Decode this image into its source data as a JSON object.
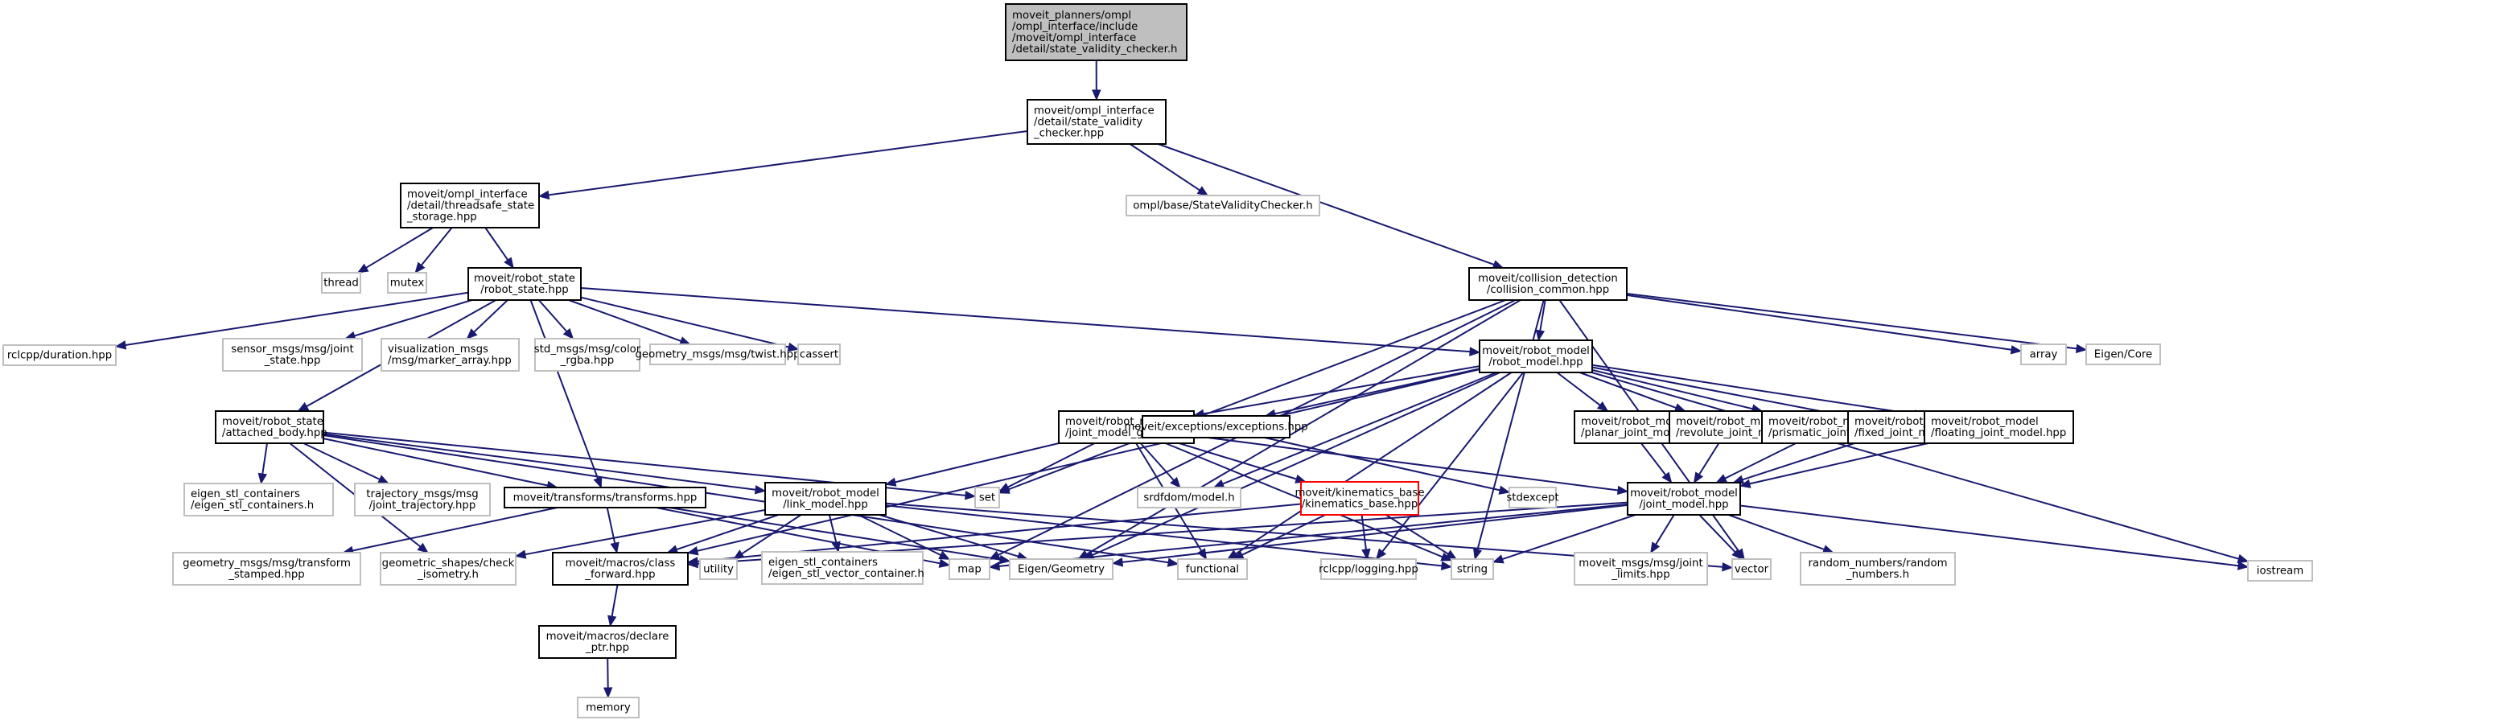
{
  "title": "Include dependency graph for state_validity_checker.h",
  "colors": {
    "edge": "#191970",
    "root_fill": "#bfbfbf",
    "local_border": "#000000",
    "external_border": "#bfbfbf",
    "missing_border": "#ff0000"
  },
  "nodes": [
    {
      "id": "root",
      "kind": "root",
      "lines": [
        "moveit_planners/ompl",
        "/ompl_interface/include",
        "/moveit/ompl_interface",
        "/detail/state_validity_checker.h"
      ],
      "align": "left"
    },
    {
      "id": "svc_hpp",
      "kind": "local",
      "lines": [
        "moveit/ompl_interface",
        "/detail/state_validity",
        "_checker.hpp"
      ],
      "align": "left"
    },
    {
      "id": "tss",
      "kind": "local",
      "lines": [
        "moveit/ompl_interface",
        "/detail/threadsafe_state",
        "_storage.hpp"
      ],
      "align": "left"
    },
    {
      "id": "ompl_svc",
      "kind": "external",
      "lines": [
        "ompl/base/StateValidityChecker.h"
      ],
      "align": "center"
    },
    {
      "id": "thread",
      "kind": "external",
      "lines": [
        "thread"
      ],
      "align": "center"
    },
    {
      "id": "mutex",
      "kind": "external",
      "lines": [
        "mutex"
      ],
      "align": "center"
    },
    {
      "id": "robot_state",
      "kind": "local",
      "lines": [
        "moveit/robot_state",
        "/robot_state.hpp"
      ],
      "align": "center"
    },
    {
      "id": "collision_common",
      "kind": "local",
      "lines": [
        "moveit/collision_detection",
        "/collision_common.hpp"
      ],
      "align": "center"
    },
    {
      "id": "rclcpp_duration",
      "kind": "external",
      "lines": [
        "rclcpp/duration.hpp"
      ],
      "align": "center"
    },
    {
      "id": "sensor_joint_state",
      "kind": "external",
      "lines": [
        "sensor_msgs/msg/joint",
        "_state.hpp"
      ],
      "align": "center"
    },
    {
      "id": "marker_array",
      "kind": "external",
      "lines": [
        "visualization_msgs",
        "/msg/marker_array.hpp"
      ],
      "align": "left"
    },
    {
      "id": "color_rgba",
      "kind": "external",
      "lines": [
        "std_msgs/msg/color",
        "_rgba.hpp"
      ],
      "align": "center"
    },
    {
      "id": "twist",
      "kind": "external",
      "lines": [
        "geometry_msgs/msg/twist.hpp"
      ],
      "align": "center"
    },
    {
      "id": "cassert",
      "kind": "external",
      "lines": [
        "cassert"
      ],
      "align": "center"
    },
    {
      "id": "robot_model",
      "kind": "local",
      "lines": [
        "moveit/robot_model",
        "/robot_model.hpp"
      ],
      "align": "center"
    },
    {
      "id": "array",
      "kind": "external",
      "lines": [
        "array"
      ],
      "align": "center"
    },
    {
      "id": "eigen_core",
      "kind": "external",
      "lines": [
        "Eigen/Core"
      ],
      "align": "center"
    },
    {
      "id": "attached_body",
      "kind": "local",
      "lines": [
        "moveit/robot_state",
        "/attached_body.hpp"
      ],
      "align": "left"
    },
    {
      "id": "jmg",
      "kind": "local",
      "lines": [
        "moveit/robot_model",
        "/joint_model_group.hpp"
      ],
      "align": "left"
    },
    {
      "id": "exceptions",
      "kind": "local",
      "lines": [
        "moveit/exceptions/exceptions.hpp"
      ],
      "align": "center"
    },
    {
      "id": "planar",
      "kind": "local",
      "lines": [
        "moveit/robot_model",
        "/planar_joint_model.hpp"
      ],
      "align": "left"
    },
    {
      "id": "revolute",
      "kind": "local",
      "lines": [
        "moveit/robot_model",
        "/revolute_joint_model.hpp"
      ],
      "align": "left"
    },
    {
      "id": "prismatic",
      "kind": "local",
      "lines": [
        "moveit/robot_model",
        "/prismatic_joint_model.hpp"
      ],
      "align": "left"
    },
    {
      "id": "fixed",
      "kind": "local",
      "lines": [
        "moveit/robot_model",
        "/fixed_joint_model.hpp"
      ],
      "align": "left"
    },
    {
      "id": "floating",
      "kind": "local",
      "lines": [
        "moveit/robot_model",
        "/floating_joint_model.hpp"
      ],
      "align": "left"
    },
    {
      "id": "eigen_stl_containers",
      "kind": "external",
      "lines": [
        "eigen_stl_containers",
        "/eigen_stl_containers.h"
      ],
      "align": "left"
    },
    {
      "id": "joint_trajectory",
      "kind": "external",
      "lines": [
        "trajectory_msgs/msg",
        "/joint_trajectory.hpp"
      ],
      "align": "center"
    },
    {
      "id": "transforms",
      "kind": "local",
      "lines": [
        "moveit/transforms/transforms.hpp"
      ],
      "align": "center"
    },
    {
      "id": "link_model",
      "kind": "local",
      "lines": [
        "moveit/robot_model",
        "/link_model.hpp"
      ],
      "align": "center"
    },
    {
      "id": "set",
      "kind": "external",
      "lines": [
        "set"
      ],
      "align": "center"
    },
    {
      "id": "srdf_model",
      "kind": "external",
      "lines": [
        "srdfdom/model.h"
      ],
      "align": "center"
    },
    {
      "id": "kinematics_base",
      "kind": "error",
      "lines": [
        "moveit/kinematics_base",
        "/kinematics_base.hpp"
      ],
      "align": "center"
    },
    {
      "id": "stdexcept",
      "kind": "external",
      "lines": [
        "stdexcept"
      ],
      "align": "center"
    },
    {
      "id": "joint_model",
      "kind": "local",
      "lines": [
        "moveit/robot_model",
        "/joint_model.hpp"
      ],
      "align": "center"
    },
    {
      "id": "transform_stamped",
      "kind": "external",
      "lines": [
        "geometry_msgs/msg/transform",
        "_stamped.hpp"
      ],
      "align": "center"
    },
    {
      "id": "check_isometry",
      "kind": "external",
      "lines": [
        "geometric_shapes/check",
        "_isometry.h"
      ],
      "align": "center"
    },
    {
      "id": "class_forward",
      "kind": "local",
      "lines": [
        "moveit/macros/class",
        "_forward.hpp"
      ],
      "align": "center"
    },
    {
      "id": "utility",
      "kind": "external",
      "lines": [
        "utility"
      ],
      "align": "center"
    },
    {
      "id": "eigen_vector_container",
      "kind": "external",
      "lines": [
        "eigen_stl_containers",
        "/eigen_stl_vector_container.h"
      ],
      "align": "left"
    },
    {
      "id": "map",
      "kind": "external",
      "lines": [
        "map"
      ],
      "align": "center"
    },
    {
      "id": "eigen_geometry",
      "kind": "external",
      "lines": [
        "Eigen/Geometry"
      ],
      "align": "center"
    },
    {
      "id": "functional",
      "kind": "external",
      "lines": [
        "functional"
      ],
      "align": "center"
    },
    {
      "id": "rclcpp_logging",
      "kind": "external",
      "lines": [
        "rclcpp/logging.hpp"
      ],
      "align": "center"
    },
    {
      "id": "string",
      "kind": "external",
      "lines": [
        "string"
      ],
      "align": "center"
    },
    {
      "id": "joint_limits",
      "kind": "external",
      "lines": [
        "moveit_msgs/msg/joint",
        "_limits.hpp"
      ],
      "align": "center"
    },
    {
      "id": "vector",
      "kind": "external",
      "lines": [
        "vector"
      ],
      "align": "center"
    },
    {
      "id": "random_numbers",
      "kind": "external",
      "lines": [
        "random_numbers/random",
        "_numbers.h"
      ],
      "align": "center"
    },
    {
      "id": "iostream",
      "kind": "external",
      "lines": [
        "iostream"
      ],
      "align": "center"
    },
    {
      "id": "declare_ptr",
      "kind": "local",
      "lines": [
        "moveit/macros/declare",
        "_ptr.hpp"
      ],
      "align": "center"
    },
    {
      "id": "memory",
      "kind": "external",
      "lines": [
        "memory"
      ],
      "align": "center"
    }
  ],
  "edges": [
    [
      "root",
      "svc_hpp"
    ],
    [
      "svc_hpp",
      "tss"
    ],
    [
      "svc_hpp",
      "ompl_svc"
    ],
    [
      "svc_hpp",
      "collision_common"
    ],
    [
      "tss",
      "thread"
    ],
    [
      "tss",
      "mutex"
    ],
    [
      "tss",
      "robot_state"
    ],
    [
      "robot_state",
      "rclcpp_duration"
    ],
    [
      "robot_state",
      "sensor_joint_state"
    ],
    [
      "robot_state",
      "marker_array"
    ],
    [
      "robot_state",
      "color_rgba"
    ],
    [
      "robot_state",
      "twist"
    ],
    [
      "robot_state",
      "cassert"
    ],
    [
      "robot_state",
      "robot_model"
    ],
    [
      "robot_state",
      "attached_body"
    ],
    [
      "robot_state",
      "transforms"
    ],
    [
      "collision_common",
      "robot_model"
    ],
    [
      "collision_common",
      "array"
    ],
    [
      "collision_common",
      "eigen_core"
    ],
    [
      "collision_common",
      "set"
    ],
    [
      "collision_common",
      "map"
    ],
    [
      "collision_common",
      "eigen_geometry"
    ],
    [
      "collision_common",
      "vector"
    ],
    [
      "collision_common",
      "string"
    ],
    [
      "robot_model",
      "jmg"
    ],
    [
      "robot_model",
      "exceptions"
    ],
    [
      "robot_model",
      "planar"
    ],
    [
      "robot_model",
      "revolute"
    ],
    [
      "robot_model",
      "prismatic"
    ],
    [
      "robot_model",
      "fixed"
    ],
    [
      "robot_model",
      "floating"
    ],
    [
      "robot_model",
      "srdf_model"
    ],
    [
      "robot_model",
      "class_forward"
    ],
    [
      "robot_model",
      "eigen_geometry"
    ],
    [
      "robot_model",
      "functional"
    ],
    [
      "robot_model",
      "iostream"
    ],
    [
      "robot_model",
      "rclcpp_logging"
    ],
    [
      "attached_body",
      "eigen_stl_containers"
    ],
    [
      "attached_body",
      "joint_trajectory"
    ],
    [
      "attached_body",
      "transforms"
    ],
    [
      "attached_body",
      "link_model"
    ],
    [
      "attached_body",
      "set"
    ],
    [
      "attached_body",
      "functional"
    ],
    [
      "attached_body",
      "check_isometry"
    ],
    [
      "jmg",
      "link_model"
    ],
    [
      "jmg",
      "set"
    ],
    [
      "jmg",
      "srdf_model"
    ],
    [
      "jmg",
      "kinematics_base"
    ],
    [
      "jmg",
      "joint_model"
    ],
    [
      "jmg",
      "functional"
    ],
    [
      "jmg",
      "string"
    ],
    [
      "exceptions",
      "stdexcept"
    ],
    [
      "planar",
      "joint_model"
    ],
    [
      "revolute",
      "joint_model"
    ],
    [
      "prismatic",
      "joint_model"
    ],
    [
      "fixed",
      "joint_model"
    ],
    [
      "floating",
      "joint_model"
    ],
    [
      "transforms",
      "transform_stamped"
    ],
    [
      "transforms",
      "class_forward"
    ],
    [
      "transforms",
      "eigen_geometry"
    ],
    [
      "transforms",
      "map"
    ],
    [
      "link_model",
      "class_forward"
    ],
    [
      "link_model",
      "check_isometry"
    ],
    [
      "link_model",
      "utility"
    ],
    [
      "link_model",
      "eigen_vector_container"
    ],
    [
      "link_model",
      "map"
    ],
    [
      "link_model",
      "eigen_geometry"
    ],
    [
      "link_model",
      "string"
    ],
    [
      "link_model",
      "vector"
    ],
    [
      "kinematics_base",
      "class_forward"
    ],
    [
      "kinematics_base",
      "functional"
    ],
    [
      "kinematics_base",
      "rclcpp_logging"
    ],
    [
      "kinematics_base",
      "string"
    ],
    [
      "joint_model",
      "class_forward"
    ],
    [
      "joint_model",
      "eigen_geometry"
    ],
    [
      "joint_model",
      "string"
    ],
    [
      "joint_model",
      "joint_limits"
    ],
    [
      "joint_model",
      "vector"
    ],
    [
      "joint_model",
      "random_numbers"
    ],
    [
      "joint_model",
      "iostream"
    ],
    [
      "joint_model",
      "map"
    ],
    [
      "class_forward",
      "declare_ptr"
    ],
    [
      "declare_ptr",
      "memory"
    ]
  ]
}
